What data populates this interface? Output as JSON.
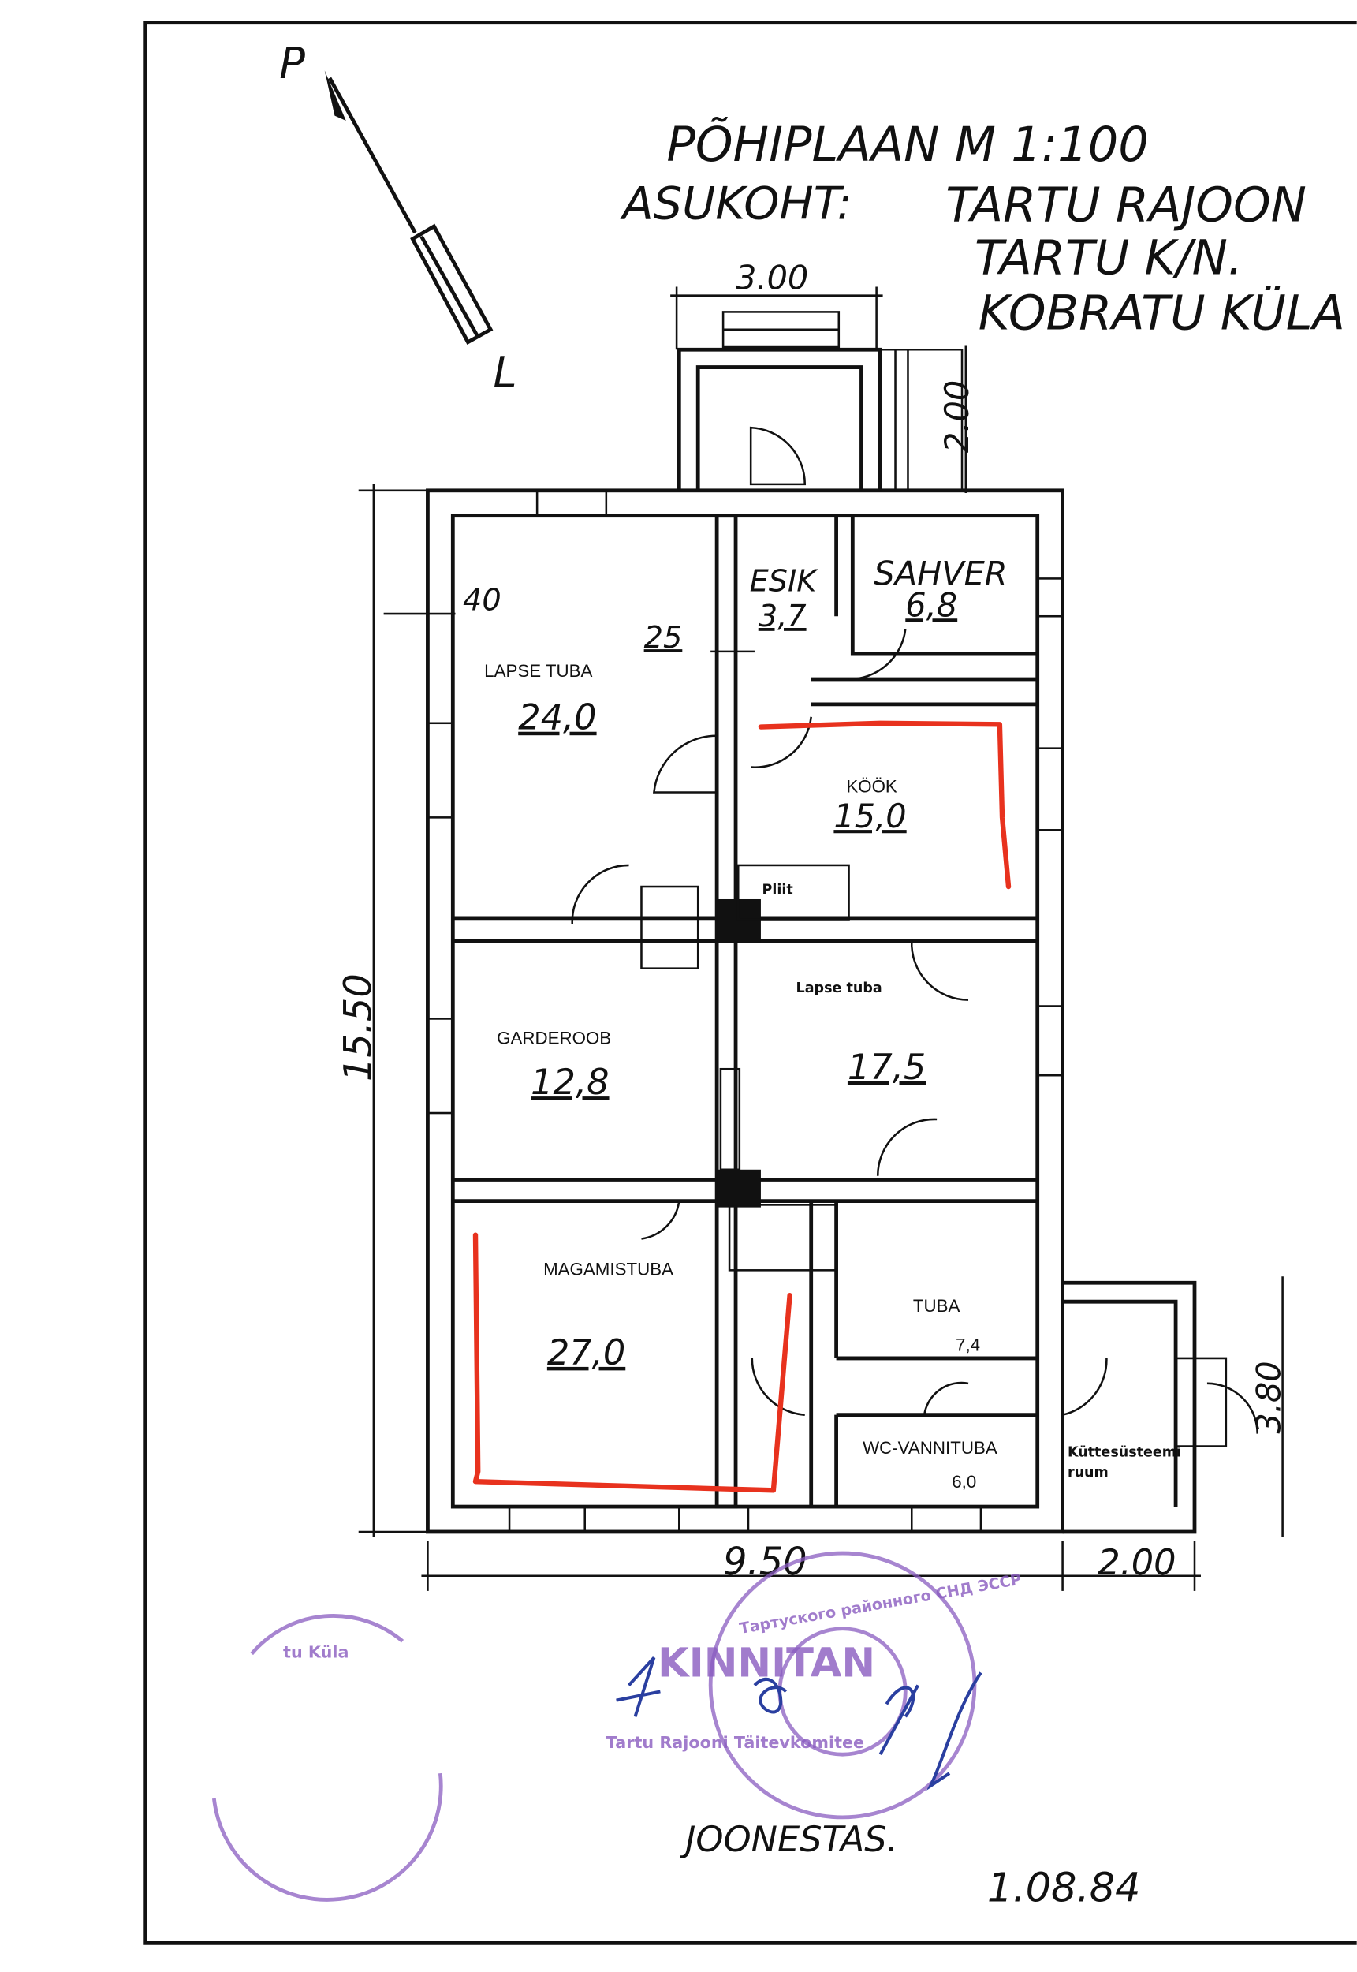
{
  "title": {
    "plan": "PÕHIPLAAN  M 1:100",
    "location_label": "ASUKOHT:",
    "location_lines": [
      "TARTU RAJOON",
      "TARTU K/N.",
      "KOBRATU KÜLA"
    ]
  },
  "compass": {
    "north": "P",
    "south": "L"
  },
  "dimensions": {
    "porch_width": "3.00",
    "porch_depth": "2.00",
    "total_height": "15.50",
    "total_width": "9.50",
    "extension_width": "2.00",
    "extension_height": "3.80",
    "wall_outer": "40",
    "wall_inner": "25"
  },
  "rooms": {
    "lapse_tuba": {
      "name": "LAPSE TUBA",
      "area": "24,0"
    },
    "esik": {
      "name": "ESIK",
      "area": "3,7"
    },
    "sahver": {
      "name": "SAHVER",
      "area": "6,8"
    },
    "kook": {
      "name": "KÖÖK",
      "area": "15,0"
    },
    "pliit": {
      "name": "Pliit"
    },
    "garderoob": {
      "name": "GARDEROOB",
      "area": "12,8"
    },
    "lapse_tuba_2": {
      "name": "Lapse tuba",
      "area": "17,5"
    },
    "magamistuba": {
      "name": "MAGAMISTUBA",
      "area": "27,0"
    },
    "tuba": {
      "name": "TUBA",
      "area": "7,4"
    },
    "wc": {
      "name": "WC-VANNITUBA",
      "area": "6,0"
    },
    "kuttesusteemi": {
      "name_line1": "Küttesüsteemi",
      "name_line2": "ruum"
    }
  },
  "footer": {
    "drawn_by": "JOONESTAS.",
    "date": "1.08.84"
  },
  "stamps": {
    "village_stamp": "tu Küla",
    "approval_stamp": "KINNITAN",
    "approval_org": "Tartu Rajooni Täitevkomitee",
    "approval_org_ru": "Тартуского районного СНД ЭССР"
  },
  "colors": {
    "ink": "#111111",
    "heating_marker": "#e8321e",
    "stamp": "#8a5cc0"
  }
}
